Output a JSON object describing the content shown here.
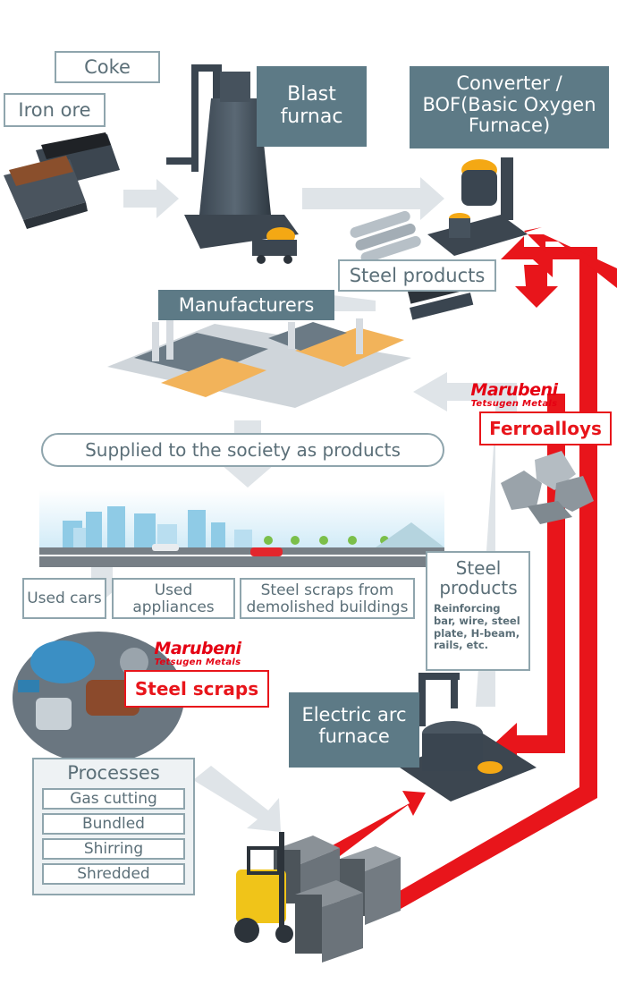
{
  "labels": {
    "coke": "Coke",
    "iron_ore": "Iron ore",
    "blast_furnace": "Blast furnac",
    "converter": "Converter / BOF(Basic Oxygen Furnace)",
    "steel_products_top": "Steel products",
    "manufacturers": "Manufacturers",
    "supplied": "Supplied to the society as products",
    "used_cars": "Used cars",
    "used_appliances": "Used appliances",
    "steel_scraps_buildings": "Steel scraps from demolished buildings",
    "steel_products_mid": "Steel products",
    "steel_products_detail": "Reinforcing bar, wire, steel plate, H-beam, rails, etc.",
    "electric_arc": "Electric arc furnace",
    "ferroalloys": "Ferroalloys",
    "steel_scraps": "Steel scraps",
    "processes_title": "Processes"
  },
  "brand": {
    "name": "Marubeni",
    "subname": "Tetsugen Metals"
  },
  "processes": [
    "Gas cutting",
    "Bundled",
    "Shirring",
    "Shredded"
  ],
  "colors": {
    "accent_red": "#e8151b",
    "slate": "#5d7a86",
    "outline": "#8fa5ad",
    "text_gray": "#5b6f78",
    "arrow_gray": "#dfe4e8"
  }
}
